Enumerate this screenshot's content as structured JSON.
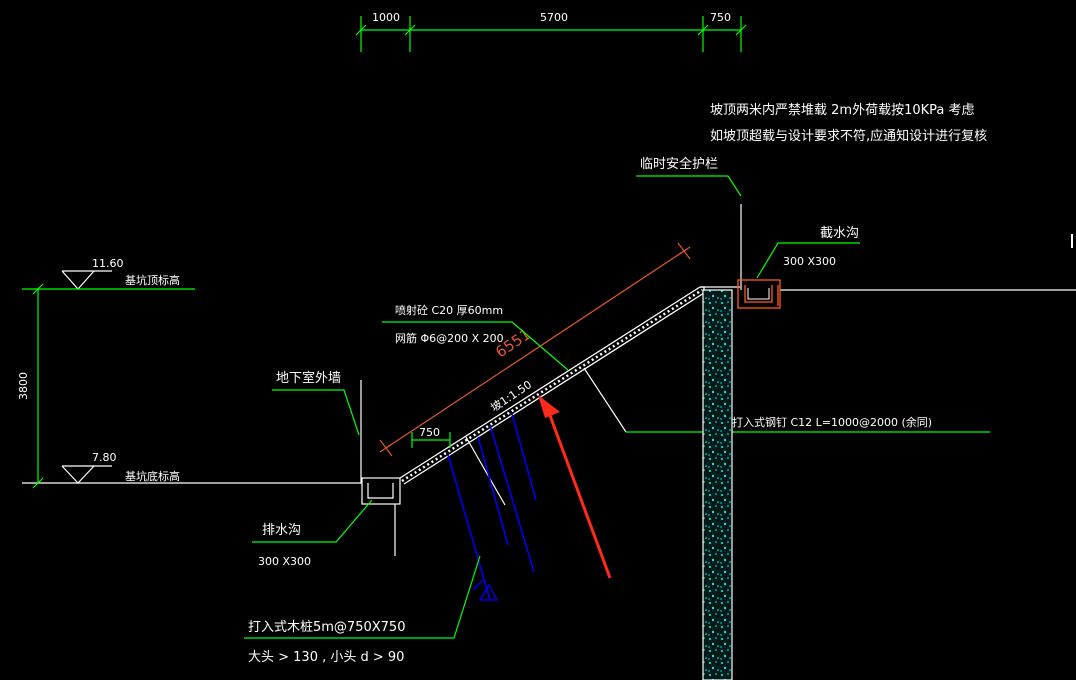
{
  "colors": {
    "background": "#000000",
    "dimension": "#00ff00",
    "leader": "#00ff00",
    "outline": "#ffffff",
    "slope_dimension": "#e0572c",
    "nails": "#0000ff",
    "arrow": "#ff2a1a",
    "pile_fill": "#00ffff",
    "drain": "#ff5a1a"
  },
  "top_dims": {
    "d1": "1000",
    "d2": "5700",
    "d3": "750"
  },
  "notes": {
    "line1": "坡顶两米内严禁堆载 2m外荷载按10KPa 考虑",
    "line2": "如坡顶超载与设计要求不符,应通知设计进行复核"
  },
  "labels": {
    "guardrail": "临时安全护栏",
    "cutoff_ditch": "截水沟",
    "cutoff_ditch_size": "300  X300",
    "shotcrete": "喷射砼 C20  厚60mm",
    "mesh": "网筋  Φ6@200 X 200",
    "slope_length": "6551",
    "slope_ratio": "坡1:1.50",
    "nail_spacing": "750",
    "basement_wall": "地下室外墙",
    "driven_nail": "打入式钢钉  C12  L=1000@2000  (余同)",
    "drain_ditch": "排水沟",
    "drain_ditch_size": "300  X300",
    "wood_pile": "打入式木桩5m@750X750",
    "wood_pile_size": "大头 > 130  , 小头 d > 90"
  },
  "levels": {
    "top_value": "11.60",
    "top_label": "基坑顶标高",
    "bottom_value": "7.80",
    "bottom_label": "基坑底标高",
    "height_dim": "3800"
  }
}
